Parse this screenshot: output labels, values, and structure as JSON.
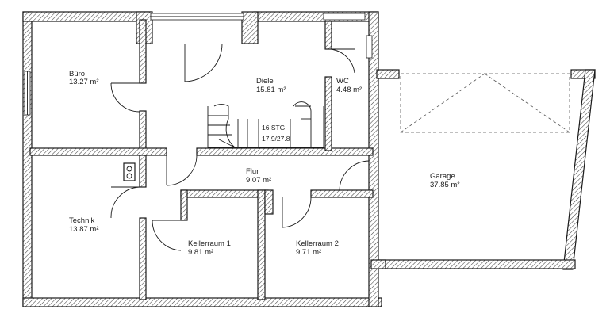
{
  "rooms": {
    "buero": {
      "name": "Büro",
      "area": "13.27 m²"
    },
    "diele": {
      "name": "Diele",
      "area": "15.81 m²"
    },
    "wc": {
      "name": "WC",
      "area": "4.48 m²"
    },
    "flur": {
      "name": "Flur",
      "area": "9.07 m²"
    },
    "technik": {
      "name": "Technik",
      "area": "13.87 m²"
    },
    "keller1": {
      "name": "Kellerraum 1",
      "area": "9.81 m²"
    },
    "keller2": {
      "name": "Kellerraum 2",
      "area": "9.71 m²"
    },
    "garage": {
      "name": "Garage",
      "area": "37.85 m²"
    }
  },
  "stair": {
    "steps": "16 STG",
    "ratio": "17.9/27.8"
  }
}
